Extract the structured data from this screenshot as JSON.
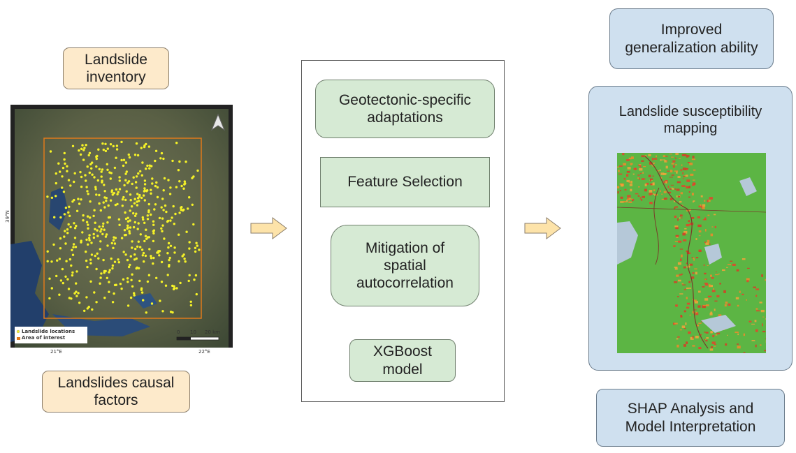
{
  "left": {
    "inventory_label": "Landslide inventory",
    "causal_label": "Landslides causal factors",
    "map": {
      "legend_point": "Landslide locations",
      "legend_area": "Area of interest",
      "lat_tick": "39°N",
      "lon_ticks": [
        "21°E",
        "22°E"
      ],
      "scale_ticks": [
        "0",
        "10",
        "20 km"
      ],
      "point_color": "#f5f227",
      "area_color": "#e07a1b"
    }
  },
  "middle": {
    "steps": [
      "Geotectonic-specific adaptations",
      "Feature Selection",
      "Mitigation of spatial autocorrelation",
      "XGBoost model"
    ]
  },
  "right": {
    "generalization_label": "Improved generalization ability",
    "mapping_label": "Landslide susceptibility mapping",
    "shap_label": "SHAP Analysis and Model Interpretation"
  },
  "colors": {
    "yellow_fill": "#fdeacb",
    "green_fill": "#d6ead4",
    "blue_fill": "#cfe0ef",
    "arrow_fill": "#fde3a9"
  }
}
